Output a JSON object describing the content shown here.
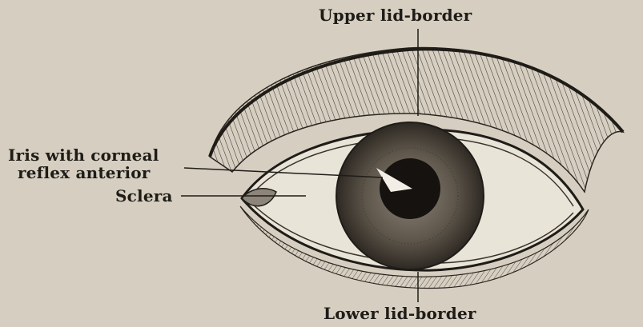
{
  "labels": {
    "upper_lid": "Upper lid-border",
    "iris_line1": "Iris with corneal",
    "iris_line2": "reflex anterior",
    "sclera": "Sclera",
    "lower_lid": "Lower lid-border"
  },
  "colors": {
    "paper": "#d6cfc1",
    "ink": "#1f1c18",
    "sclera": "#e9e4d8",
    "pupil": "#151210"
  }
}
